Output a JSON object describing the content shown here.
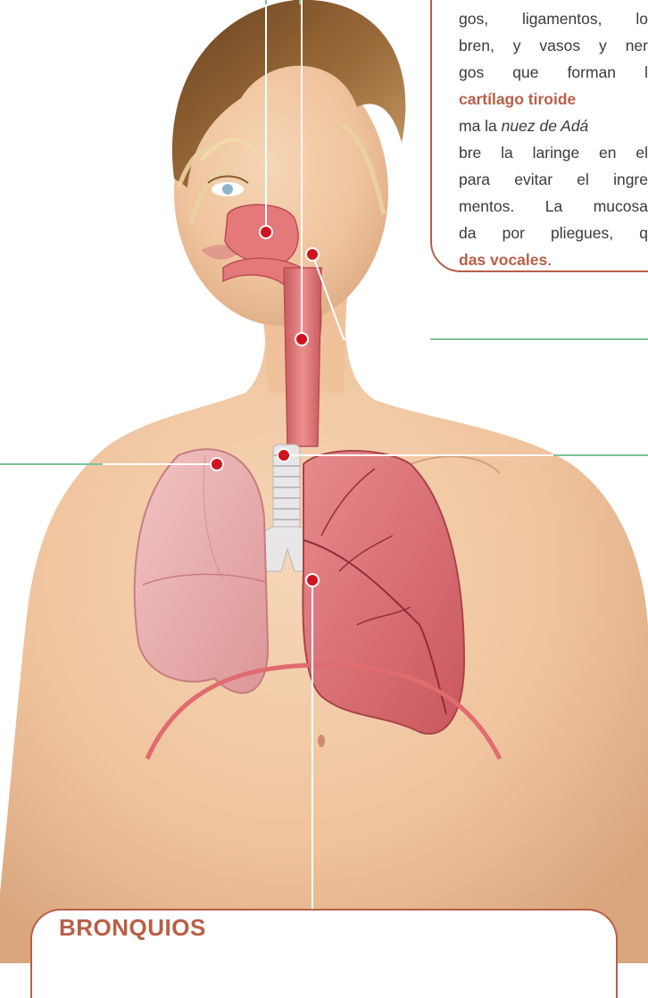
{
  "larynx_callout": {
    "lines": [
      "gos, ligamentos, lo",
      "bren, y vasos y ner",
      "gos que forman l",
      "cartílago tiroide",
      "ma la ",
      "nuez de Adá",
      "bre la laringe en el",
      "para evitar el ingre",
      "mentos. La mucosa",
      "da por pliegues, q",
      "das vocales",
      "."
    ]
  },
  "bronchi_callout": {
    "title": "BRONQUIOS"
  },
  "colors": {
    "accent_red": "#b85f47",
    "leader_green": "#7ec49a",
    "skin": "#f2c9a4",
    "lung_red": "#d96a6f",
    "lung_pink": "#eab0b0",
    "cartilage": "#e8e6e6",
    "hair": "#8a5a2e"
  },
  "figure": {
    "subject": "female torso with respiratory system",
    "icons": [
      "marker-dot-icon"
    ]
  }
}
